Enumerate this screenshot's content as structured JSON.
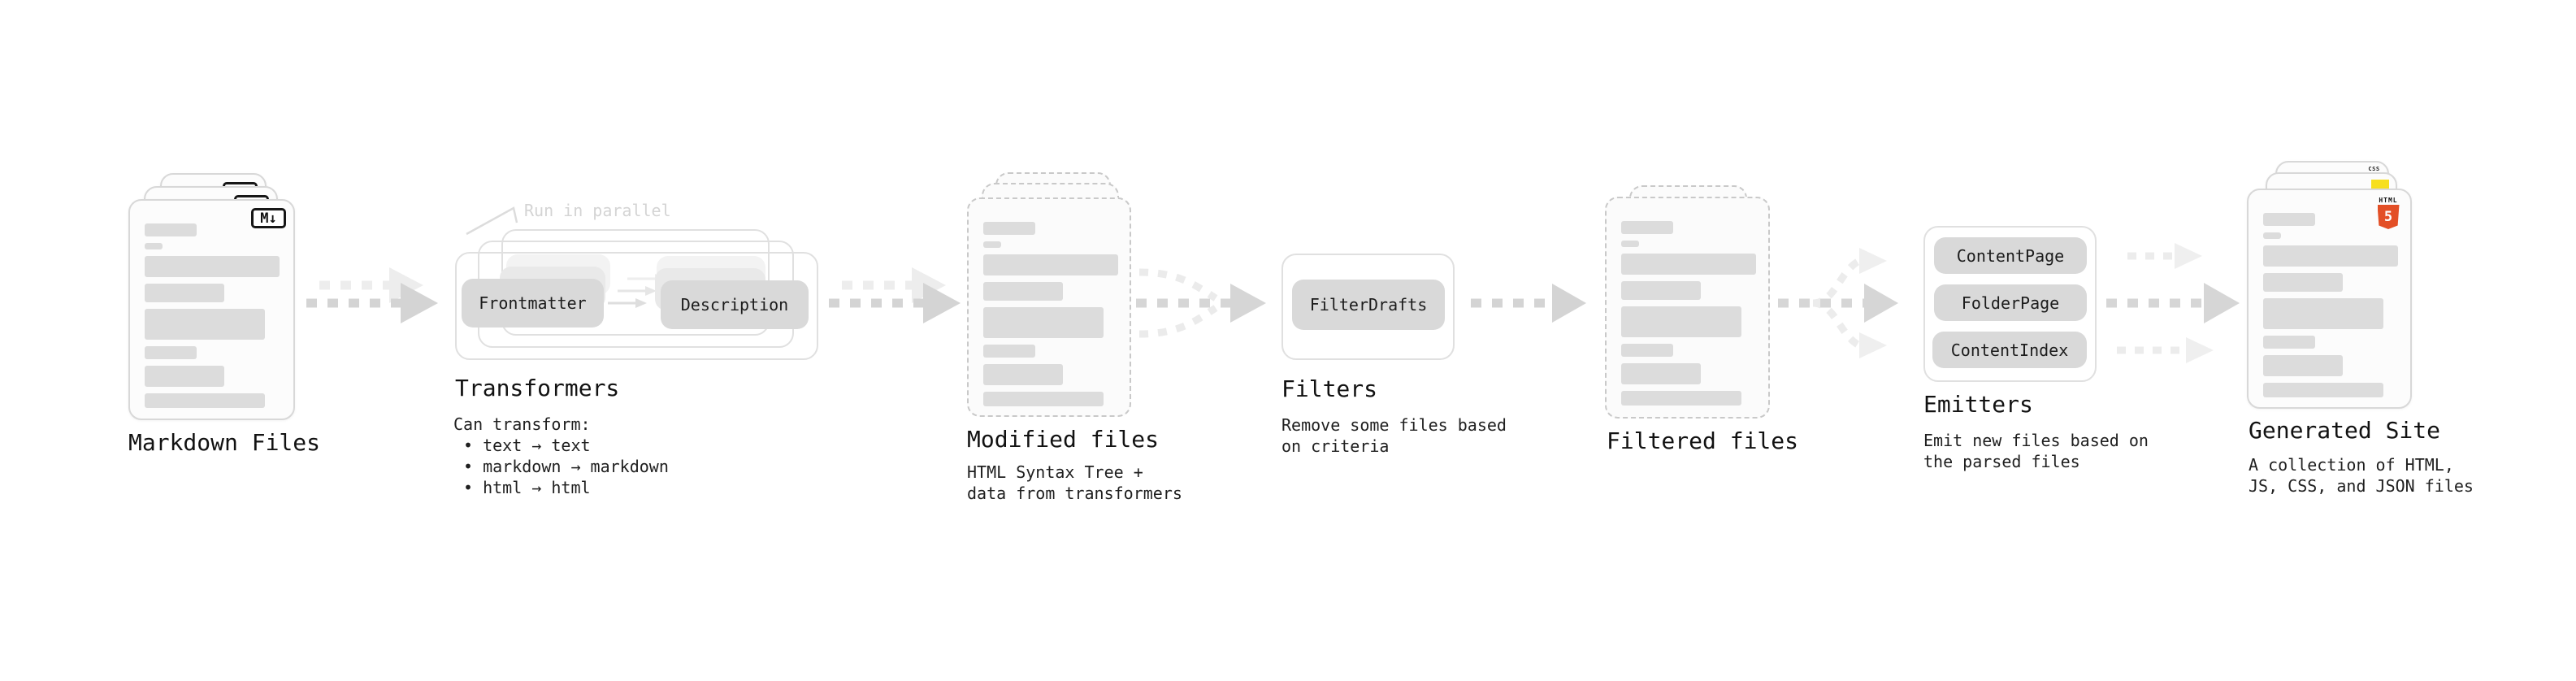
{
  "markdown": {
    "title": "Markdown Files",
    "badge": "M↓"
  },
  "transformers": {
    "note": "Run in parallel",
    "chip_left": "Frontmatter",
    "chip_right": "Description",
    "title": "Transformers",
    "desc_heading": "Can transform:",
    "bullets": [
      "• text → text",
      "• markdown → markdown",
      "• html → html"
    ]
  },
  "modified": {
    "title": "Modified files",
    "desc_line1": "HTML Syntax Tree +",
    "desc_line2": "data from transformers"
  },
  "filters": {
    "chip": "FilterDrafts",
    "title": "Filters",
    "desc_line1": "Remove some files based",
    "desc_line2": "on criteria"
  },
  "filtered": {
    "title": "Filtered files"
  },
  "emitters": {
    "chips": [
      "ContentPage",
      "FolderPage",
      "ContentIndex"
    ],
    "title": "Emitters",
    "desc_line1": "Emit new files based on",
    "desc_line2": "the parsed files"
  },
  "generated": {
    "title": "Generated Site",
    "desc_line1": "A collection of HTML,",
    "desc_line2": "JS, CSS, and JSON files",
    "html5_text": "HTML",
    "html5_number": "5",
    "css_text": "CSS"
  },
  "colors": {
    "html5_orange": "#e34f26",
    "js_yellow": "#f7df1e",
    "css_blue": "#2965f1",
    "chip_gray": "#d9d9d9",
    "arrow_gray": "#d4d4d4",
    "arrow_ghost": "#ededed",
    "text_dark": "#1a1a1a",
    "muted_note": "#d4d4d4"
  }
}
